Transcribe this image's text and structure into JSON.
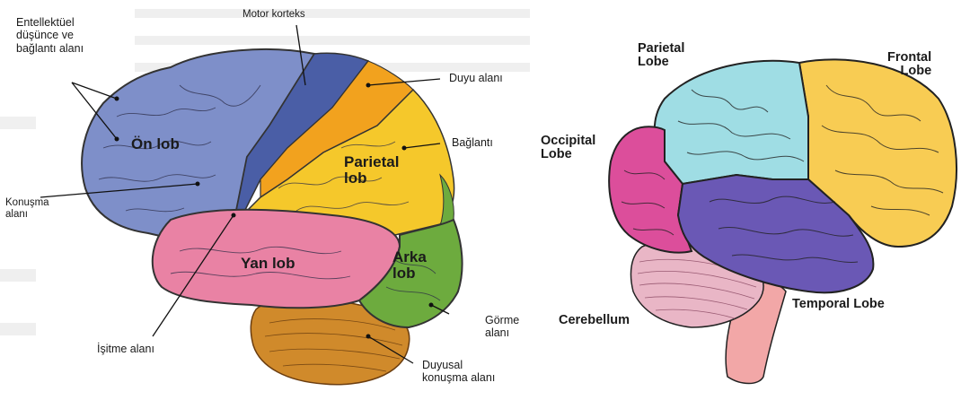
{
  "left_diagram": {
    "labels": {
      "intellectual": "Entellektüel\ndüşünce ve\nbağlantı alanı",
      "motor_cortex": "Motor korteks",
      "sensory_area": "Duyu alanı",
      "connection": "Bağlantı",
      "speech_area": "Konuşma\nalanı",
      "hearing_area": "İşitme alanı",
      "visual_area": "Görme\nalanı",
      "sensory_speech": "Duyusal\nkonuşma alanı"
    },
    "lobes": {
      "frontal": "Ön lob",
      "parietal": "Parietal\nlob",
      "temporal": "Yan lob",
      "occipital": "Arka\nlob"
    },
    "colors": {
      "frontal": "#7e8fc9",
      "motor": "#4a5ea6",
      "sensory": "#f2a21e",
      "parietal": "#f5c82b",
      "temporal": "#e982a4",
      "occipital": "#6dab3e",
      "cerebellum": "#d08a2b"
    }
  },
  "right_diagram": {
    "labels": {
      "parietal": "Parietal\nLobe",
      "frontal": "Frontal\nLobe",
      "occipital": "Occipital\nLobe",
      "temporal": "Temporal Lobe",
      "cerebellum": "Cerebellum"
    },
    "colors": {
      "parietal": "#9fdde4",
      "frontal": "#f8cc53",
      "occipital": "#dc4e9b",
      "temporal": "#6a58b5",
      "cerebellum": "#e9b6c6",
      "brainstem": "#f2a7a7"
    }
  }
}
